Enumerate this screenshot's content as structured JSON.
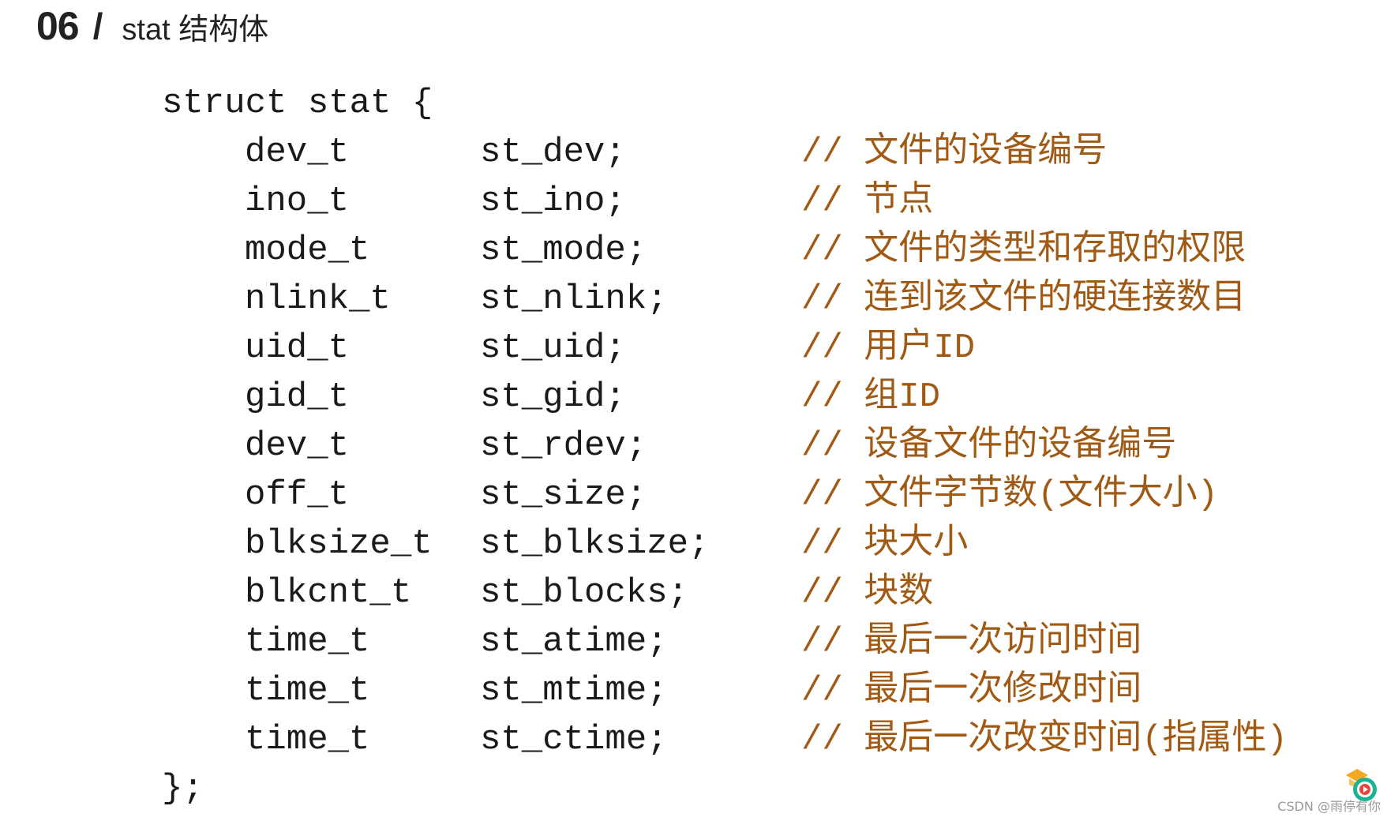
{
  "header": {
    "number": "06",
    "slash": "/",
    "title": "stat 结构体"
  },
  "code": {
    "open_line": "struct stat {",
    "close_line": "};",
    "fields": [
      {
        "type": "dev_t",
        "name": "st_dev;",
        "comment": "// 文件的设备编号"
      },
      {
        "type": "ino_t",
        "name": "st_ino;",
        "comment": "// 节点"
      },
      {
        "type": "mode_t",
        "name": "st_mode;",
        "comment": "// 文件的类型和存取的权限"
      },
      {
        "type": "nlink_t",
        "name": "st_nlink;",
        "comment": "// 连到该文件的硬连接数目"
      },
      {
        "type": "uid_t",
        "name": "st_uid;",
        "comment": "// 用户ID"
      },
      {
        "type": "gid_t",
        "name": "st_gid;",
        "comment": "// 组ID"
      },
      {
        "type": "dev_t",
        "name": "st_rdev;",
        "comment": "// 设备文件的设备编号"
      },
      {
        "type": "off_t",
        "name": "st_size;",
        "comment": "// 文件字节数(文件大小)"
      },
      {
        "type": "blksize_t",
        "name": "st_blksize;",
        "comment": "// 块大小"
      },
      {
        "type": "blkcnt_t",
        "name": "st_blocks;",
        "comment": "// 块数"
      },
      {
        "type": "time_t",
        "name": "st_atime;",
        "comment": "// 最后一次访问时间"
      },
      {
        "type": "time_t",
        "name": "st_mtime;",
        "comment": "// 最后一次修改时间"
      },
      {
        "type": "time_t",
        "name": "st_ctime;",
        "comment": "// 最后一次改变时间(指属性)"
      }
    ]
  },
  "watermark": {
    "text": "CSDN @雨停有你"
  },
  "colors": {
    "code_text": "#1a1a1a",
    "comment_text": "#a05a14",
    "logo_green": "#1bb394",
    "logo_orange": "#f5a623",
    "logo_red": "#e8453c"
  },
  "icons": {
    "logo": "app-logo-icon"
  }
}
